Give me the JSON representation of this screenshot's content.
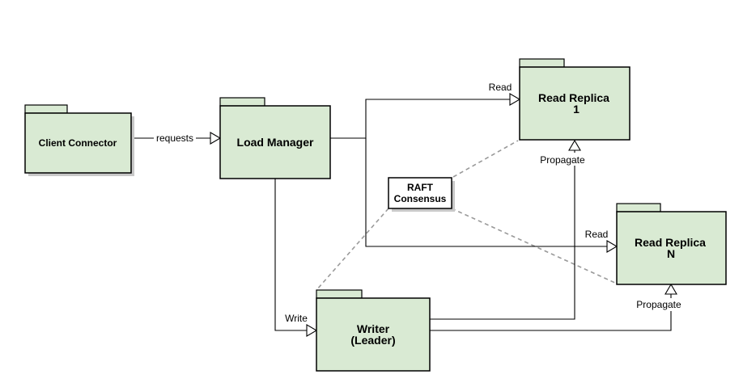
{
  "nodes": {
    "client": {
      "label": "Client Connector"
    },
    "load": {
      "label": "Load Manager"
    },
    "replica1": {
      "line1": "Read Replica",
      "line2": "1"
    },
    "replicaN": {
      "line1": "Read Replica",
      "line2": "N"
    },
    "writer": {
      "line1": "Writer",
      "line2": "(Leader)"
    },
    "raft": {
      "line1": "RAFT",
      "line2": "Consensus"
    }
  },
  "edges": {
    "requests": "requests",
    "read1": "Read",
    "readN": "Read",
    "write": "Write",
    "propagate1": "Propagate",
    "propagateN": "Propagate"
  },
  "colors": {
    "package_fill": "#d9ead3",
    "border": "#000000",
    "dashed": "#999999"
  }
}
